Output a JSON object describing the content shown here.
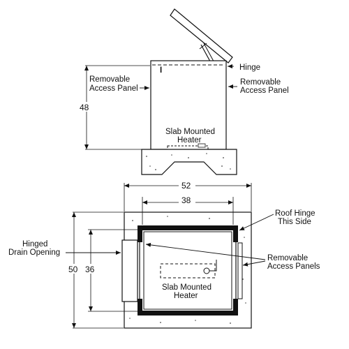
{
  "elevation": {
    "label_hinge": "Hinge",
    "label_access_left_1": "Removable",
    "label_access_left_2": "Access Panel",
    "label_access_right_1": "Removable",
    "label_access_right_2": "Access Panel",
    "label_heater_1": "Slab Mounted",
    "label_heater_2": "Heater",
    "dim_height": "48",
    "hinge_marker": "I"
  },
  "plan": {
    "dim_outer_width": "52",
    "dim_inner_width": "38",
    "dim_outer_height": "50",
    "dim_inner_height": "36",
    "label_roof_hinge_1": "Roof Hinge",
    "label_roof_hinge_2": "This Side",
    "label_drain_1": "Hinged",
    "label_drain_2": "Drain Opening",
    "label_panels_1": "Removable",
    "label_panels_2": "Access Panels",
    "label_heater_1": "Slab Mounted",
    "label_heater_2": "Heater"
  }
}
